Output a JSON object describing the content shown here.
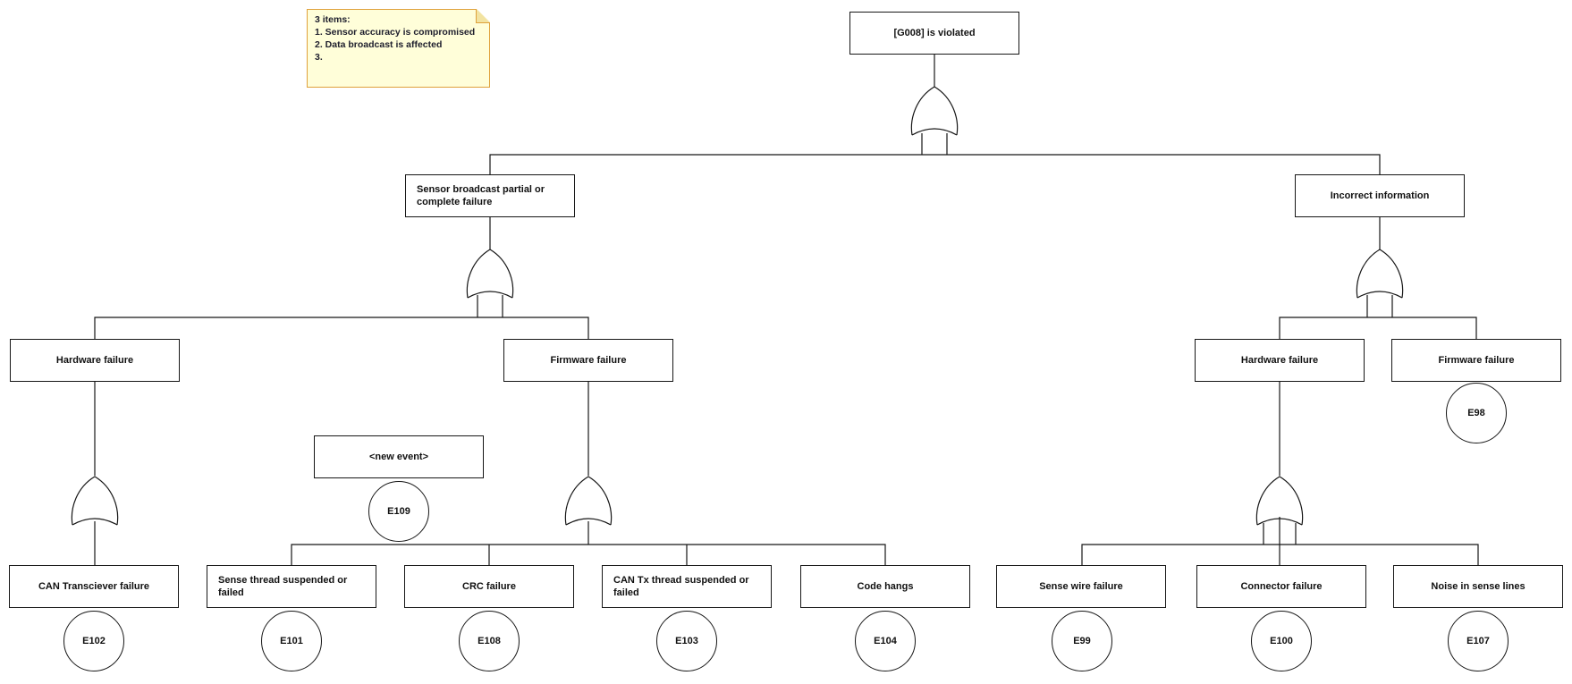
{
  "note": {
    "lines": [
      "3 items:",
      "1. Sensor accuracy is compromised",
      "2. Data broadcast is affected",
      "3."
    ]
  },
  "nodes": {
    "root": {
      "label": "[G008] is violated"
    },
    "sensor_broadcast": {
      "label": "Sensor broadcast partial or complete failure"
    },
    "incorrect_information": {
      "label": "Incorrect information"
    },
    "hardware_left": {
      "label": "Hardware failure"
    },
    "firmware_left": {
      "label": "Firmware failure"
    },
    "hardware_right": {
      "label": "Hardware failure"
    },
    "firmware_right": {
      "label": "Firmware failure",
      "event_id": "E98"
    },
    "new_event": {
      "label": "<new event>",
      "event_id": "E109"
    },
    "can_transciever": {
      "label": "CAN Transciever failure",
      "event_id": "E102"
    },
    "sense_thread": {
      "label": "Sense thread suspended or failed",
      "event_id": "E101"
    },
    "crc_failure": {
      "label": "CRC failure",
      "event_id": "E108"
    },
    "can_tx_thread": {
      "label": "CAN Tx thread suspended or failed",
      "event_id": "E103"
    },
    "code_hangs": {
      "label": "Code hangs",
      "event_id": "E104"
    },
    "sense_wire": {
      "label": "Sense wire failure",
      "event_id": "E99"
    },
    "connector_failure": {
      "label": "Connector failure",
      "event_id": "E100"
    },
    "noise_sense_lines": {
      "label": "Noise in sense lines",
      "event_id": "E107"
    }
  },
  "gate_type": "OR",
  "colors": {
    "line": "#161616",
    "node_fill": "#FFFFFF",
    "note_fill": "#FFFED9",
    "note_border": "#DFA13B",
    "note_fold": "#F2E3A1"
  }
}
